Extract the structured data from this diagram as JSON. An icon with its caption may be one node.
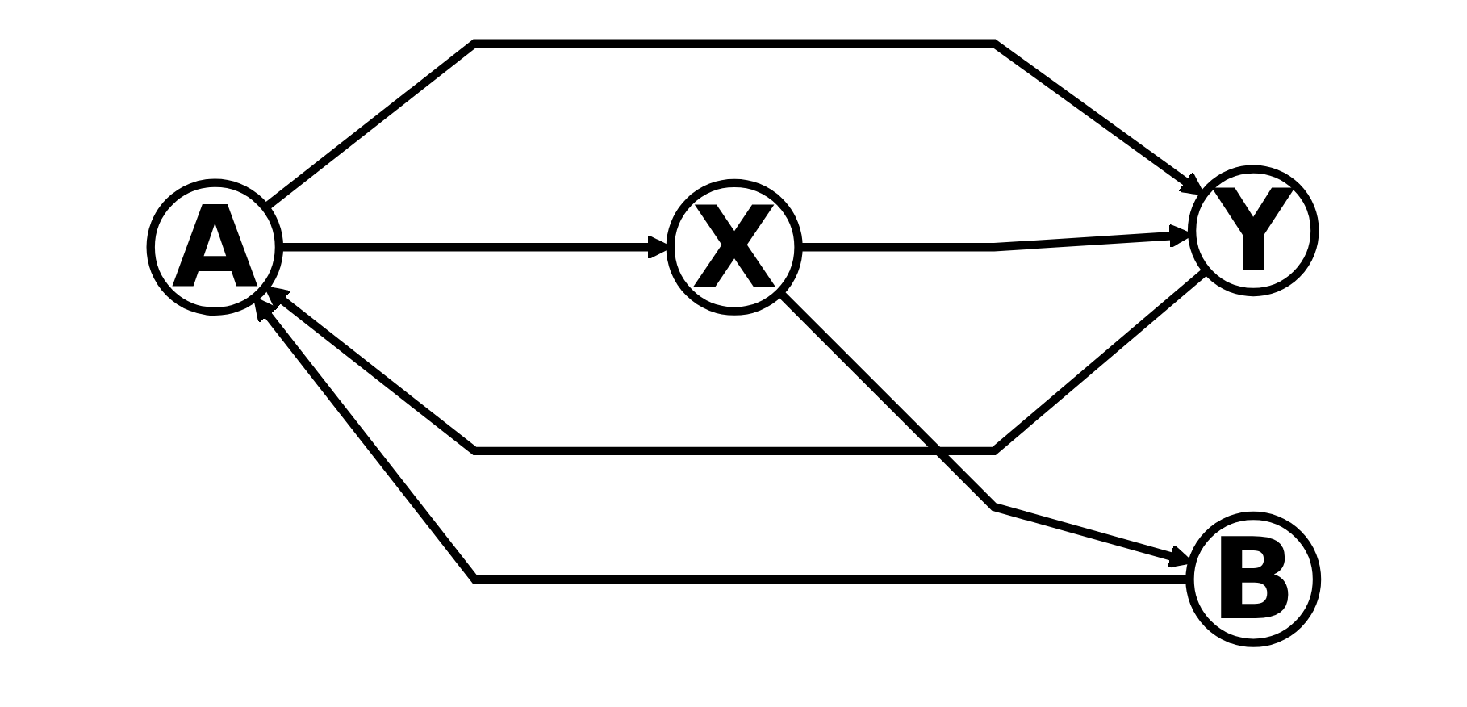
{
  "diagram": {
    "nodes": [
      {
        "text": [
          "A"
        ]
      },
      {
        "text": [
          "Y"
        ]
      },
      {
        "text": [
          "B"
        ]
      },
      {
        "text": [
          "X"
        ]
      }
    ],
    "edges": [
      {
        "from": 1,
        "to": 0,
        "arrow": "to"
      },
      {
        "from": 0,
        "to": 1,
        "arrow": "to"
      },
      {
        "from": 2,
        "to": 0,
        "arrow": "to"
      },
      {
        "from": 0,
        "to": 3,
        "arrow": "to"
      },
      {
        "from": 3,
        "to": 1,
        "arrow": "to"
      },
      {
        "from": 3,
        "to": 2,
        "arrow": "to"
      }
    ]
  }
}
